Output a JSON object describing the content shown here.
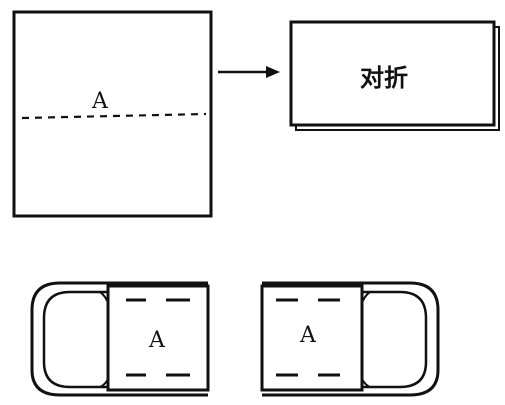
{
  "diagram": {
    "sheet_label": "A",
    "folded_label": "对折",
    "left_piece_label": "A",
    "right_piece_label": "A"
  }
}
